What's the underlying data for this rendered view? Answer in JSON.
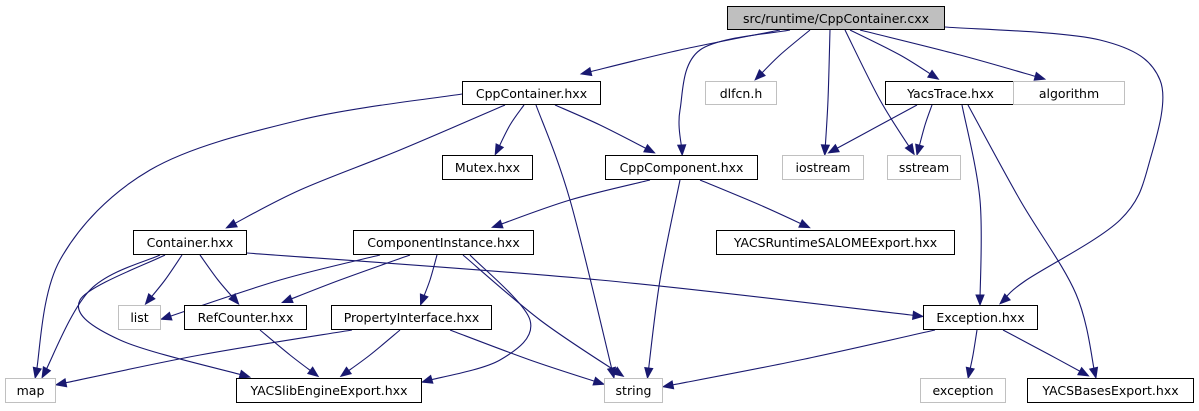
{
  "diagram": {
    "title": "Include dependency graph for src/runtime/CppContainer.cxx",
    "edge_color": "#191970",
    "nodes": [
      {
        "id": "root",
        "label": "src/runtime/CppContainer.cxx",
        "kind": "root"
      },
      {
        "id": "cppcontainer_hxx",
        "label": "CppContainer.hxx",
        "kind": "local"
      },
      {
        "id": "dlfcn_h",
        "label": "dlfcn.h",
        "kind": "system"
      },
      {
        "id": "yacstrace_hxx",
        "label": "YacsTrace.hxx",
        "kind": "local"
      },
      {
        "id": "algorithm",
        "label": "algorithm",
        "kind": "system"
      },
      {
        "id": "mutex_hxx",
        "label": "Mutex.hxx",
        "kind": "local"
      },
      {
        "id": "cppcomponent_hxx",
        "label": "CppComponent.hxx",
        "kind": "local"
      },
      {
        "id": "iostream",
        "label": "iostream",
        "kind": "system"
      },
      {
        "id": "sstream",
        "label": "sstream",
        "kind": "system"
      },
      {
        "id": "container_hxx",
        "label": "Container.hxx",
        "kind": "local"
      },
      {
        "id": "componentinstance_hxx",
        "label": "ComponentInstance.hxx",
        "kind": "local"
      },
      {
        "id": "yacsruntimesalomeexport_hxx",
        "label": "YACSRuntimeSALOMEExport.hxx",
        "kind": "local"
      },
      {
        "id": "list",
        "label": "list",
        "kind": "system"
      },
      {
        "id": "refcounter_hxx",
        "label": "RefCounter.hxx",
        "kind": "local"
      },
      {
        "id": "propertyinterface_hxx",
        "label": "PropertyInterface.hxx",
        "kind": "local"
      },
      {
        "id": "exception_hxx",
        "label": "Exception.hxx",
        "kind": "local"
      },
      {
        "id": "map",
        "label": "map",
        "kind": "system"
      },
      {
        "id": "yacslibengineexport_hxx",
        "label": "YACSlibEngineExport.hxx",
        "kind": "local"
      },
      {
        "id": "string",
        "label": "string",
        "kind": "system"
      },
      {
        "id": "exception",
        "label": "exception",
        "kind": "system"
      },
      {
        "id": "yacsbasesexport_hxx",
        "label": "YACSBasesExport.hxx",
        "kind": "local"
      }
    ],
    "edges": [
      {
        "from": "root",
        "to": "cppcontainer_hxx"
      },
      {
        "from": "root",
        "to": "dlfcn_h"
      },
      {
        "from": "root",
        "to": "cppcomponent_hxx"
      },
      {
        "from": "root",
        "to": "iostream"
      },
      {
        "from": "root",
        "to": "sstream"
      },
      {
        "from": "root",
        "to": "yacstrace_hxx"
      },
      {
        "from": "root",
        "to": "algorithm"
      },
      {
        "from": "root",
        "to": "exception_hxx"
      },
      {
        "from": "cppcontainer_hxx",
        "to": "map"
      },
      {
        "from": "cppcontainer_hxx",
        "to": "container_hxx"
      },
      {
        "from": "cppcontainer_hxx",
        "to": "mutex_hxx"
      },
      {
        "from": "cppcontainer_hxx",
        "to": "cppcomponent_hxx"
      },
      {
        "from": "cppcontainer_hxx",
        "to": "string"
      },
      {
        "from": "yacstrace_hxx",
        "to": "iostream"
      },
      {
        "from": "yacstrace_hxx",
        "to": "sstream"
      },
      {
        "from": "yacstrace_hxx",
        "to": "exception_hxx"
      },
      {
        "from": "yacstrace_hxx",
        "to": "yacsbasesexport_hxx"
      },
      {
        "from": "cppcomponent_hxx",
        "to": "componentinstance_hxx"
      },
      {
        "from": "cppcomponent_hxx",
        "to": "yacsruntimesalomeexport_hxx"
      },
      {
        "from": "cppcomponent_hxx",
        "to": "string"
      },
      {
        "from": "container_hxx",
        "to": "list"
      },
      {
        "from": "container_hxx",
        "to": "refcounter_hxx"
      },
      {
        "from": "container_hxx",
        "to": "map"
      },
      {
        "from": "container_hxx",
        "to": "yacslibengineexport_hxx"
      },
      {
        "from": "container_hxx",
        "to": "exception_hxx"
      },
      {
        "from": "componentinstance_hxx",
        "to": "list"
      },
      {
        "from": "componentinstance_hxx",
        "to": "refcounter_hxx"
      },
      {
        "from": "componentinstance_hxx",
        "to": "propertyinterface_hxx"
      },
      {
        "from": "componentinstance_hxx",
        "to": "yacslibengineexport_hxx"
      },
      {
        "from": "componentinstance_hxx",
        "to": "string"
      },
      {
        "from": "refcounter_hxx",
        "to": "yacslibengineexport_hxx"
      },
      {
        "from": "propertyinterface_hxx",
        "to": "map"
      },
      {
        "from": "propertyinterface_hxx",
        "to": "yacslibengineexport_hxx"
      },
      {
        "from": "propertyinterface_hxx",
        "to": "string"
      },
      {
        "from": "exception_hxx",
        "to": "string"
      },
      {
        "from": "exception_hxx",
        "to": "exception"
      },
      {
        "from": "exception_hxx",
        "to": "yacsbasesexport_hxx"
      }
    ]
  }
}
